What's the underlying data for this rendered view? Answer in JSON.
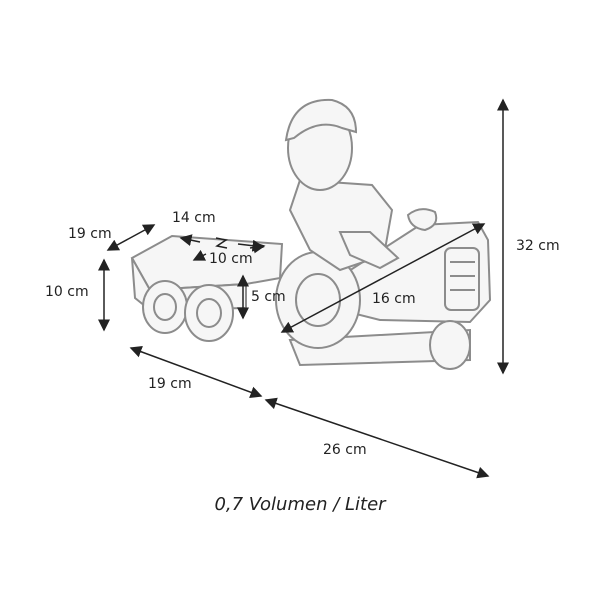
{
  "dimensions": {
    "trailer_width": "19 cm",
    "trailer_inner_length": "14 cm",
    "trailer_inner_depth": "10 cm",
    "trailer_height": "10 cm",
    "trailer_inner_height": "5 cm",
    "trailer_base_length": "19 cm",
    "tractor_diagonal": "16 cm",
    "total_height": "32 cm",
    "tractor_length": "26 cm"
  },
  "caption": "0,7 Volumen / Liter",
  "colors": {
    "line": "#222222",
    "figure_stroke": "#8c8c8c",
    "figure_fill": "#f6f6f6"
  }
}
